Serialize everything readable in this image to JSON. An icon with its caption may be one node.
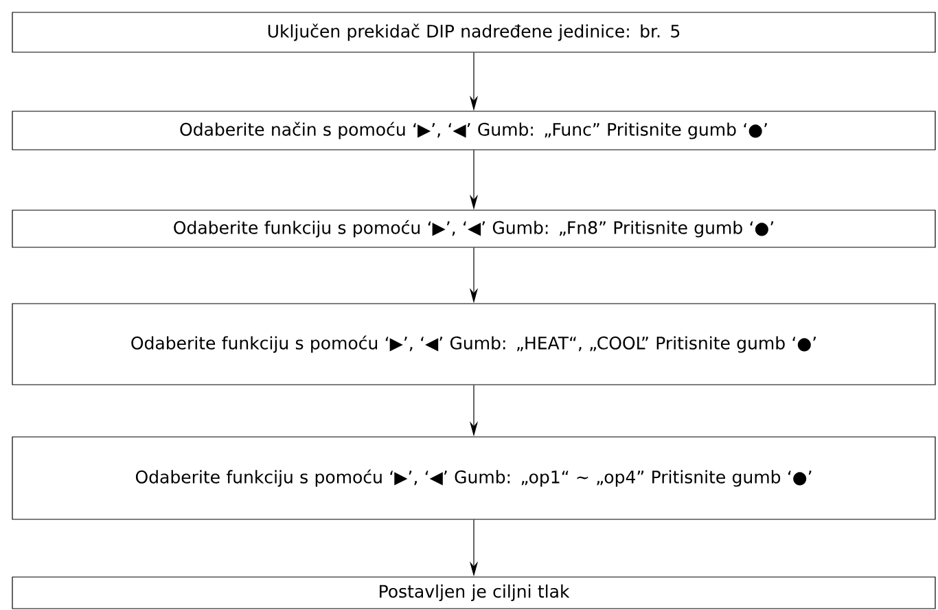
{
  "diagram": {
    "nodes": [
      {
        "text": [
          "Uključen prekidač DIP nadređene jedinice: br. 5"
        ]
      },
      {
        "text": [
          "Odaberite način s pomoću ‘▶’, ‘◀’ Gumb: „Func” Pritisnite gumb ‘●’"
        ]
      },
      {
        "text": [
          "Odaberite funkciju s pomoću ‘▶’, ‘◀’ Gumb: „Fn8” Pritisnite gumb ‘●’"
        ]
      },
      {
        "text": [
          "Odaberite funkciju s pomoću ‘▶’, ‘◀’ Gumb: „HEAT“, „COOL” Pritisnite gumb ‘●’"
        ]
      },
      {
        "text": [
          "Odaberite funkciju s pomoću ‘▶’, ‘◀’ Gumb: „op1“ ~ „op4” Pritisnite gumb ‘●’"
        ]
      },
      {
        "text": [
          "Postavljen je ciljni tlak"
        ]
      }
    ],
    "edges": [
      {
        "from": 0,
        "to": 1,
        "arrow": "to"
      },
      {
        "from": 1,
        "to": 2,
        "arrow": "to"
      },
      {
        "from": 2,
        "to": 3,
        "arrow": "to"
      },
      {
        "from": 3,
        "to": 4,
        "arrow": "to"
      },
      {
        "from": 4,
        "to": 5,
        "arrow": "to"
      }
    ]
  }
}
